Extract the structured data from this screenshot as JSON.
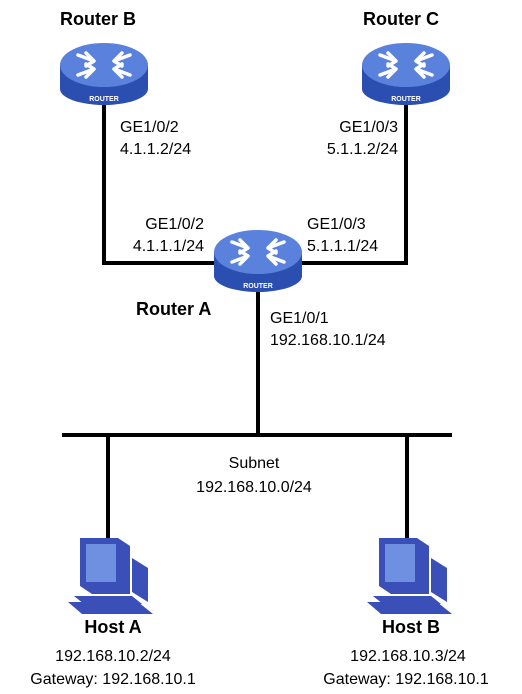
{
  "colors": {
    "router_body": "#2b4fb0",
    "router_top": "#5a82dc",
    "router_arrows": "#ffffff",
    "host_body": "#3b4fb8",
    "host_screen": "#6f8fe0",
    "link": "#000000"
  },
  "router_badge": "ROUTER",
  "router_b": {
    "name": "Router B",
    "if_name": "GE1/0/2",
    "ip": "4.1.1.2/24"
  },
  "router_c": {
    "name": "Router C",
    "if_name": "GE1/0/3",
    "ip": "5.1.1.2/24"
  },
  "router_a": {
    "name": "Router A",
    "if_to_b": {
      "if_name": "GE1/0/2",
      "ip": "4.1.1.1/24"
    },
    "if_to_c": {
      "if_name": "GE1/0/3",
      "ip": "5.1.1.1/24"
    },
    "if_to_lan": {
      "if_name": "GE1/0/1",
      "ip": "192.168.10.1/24"
    }
  },
  "subnet": {
    "label": "Subnet",
    "network": "192.168.10.0/24"
  },
  "host_a": {
    "name": "Host A",
    "ip": "192.168.10.2/24",
    "gateway": "Gateway: 192.168.10.1"
  },
  "host_b": {
    "name": "Host B",
    "ip": "192.168.10.3/24",
    "gateway": "Gateway: 192.168.10.1"
  }
}
